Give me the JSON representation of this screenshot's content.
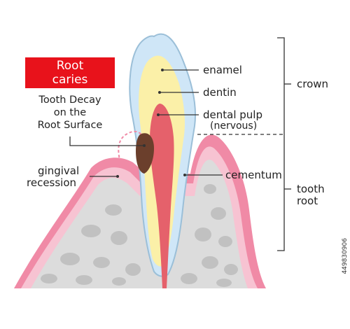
{
  "title": {
    "line1": "Root",
    "line2": "caries"
  },
  "subtitle": {
    "line1": "Tooth Decay",
    "line2": "on the",
    "line3": "Root Surface"
  },
  "labels": {
    "enamel": "enamel",
    "dentin": "dentin",
    "pulp_line1": "dental pulp",
    "pulp_line2": "(nervous)",
    "cementum": "cementum",
    "gingival_line1": "gingival",
    "gingival_line2": "recession",
    "crown": "crown",
    "root_line1": "tooth",
    "root_line2": "root"
  },
  "watermark": "449830906",
  "colors": {
    "badge": "#e8121b",
    "gum": "#f08aa6",
    "gum_light": "#f7c3d2",
    "bone": "#dcdcdc",
    "enamel": "#cfe6f7",
    "dentin": "#fbf0a8",
    "pulp": "#e5616b",
    "decay": "#6b3f2c",
    "line": "#333333"
  }
}
